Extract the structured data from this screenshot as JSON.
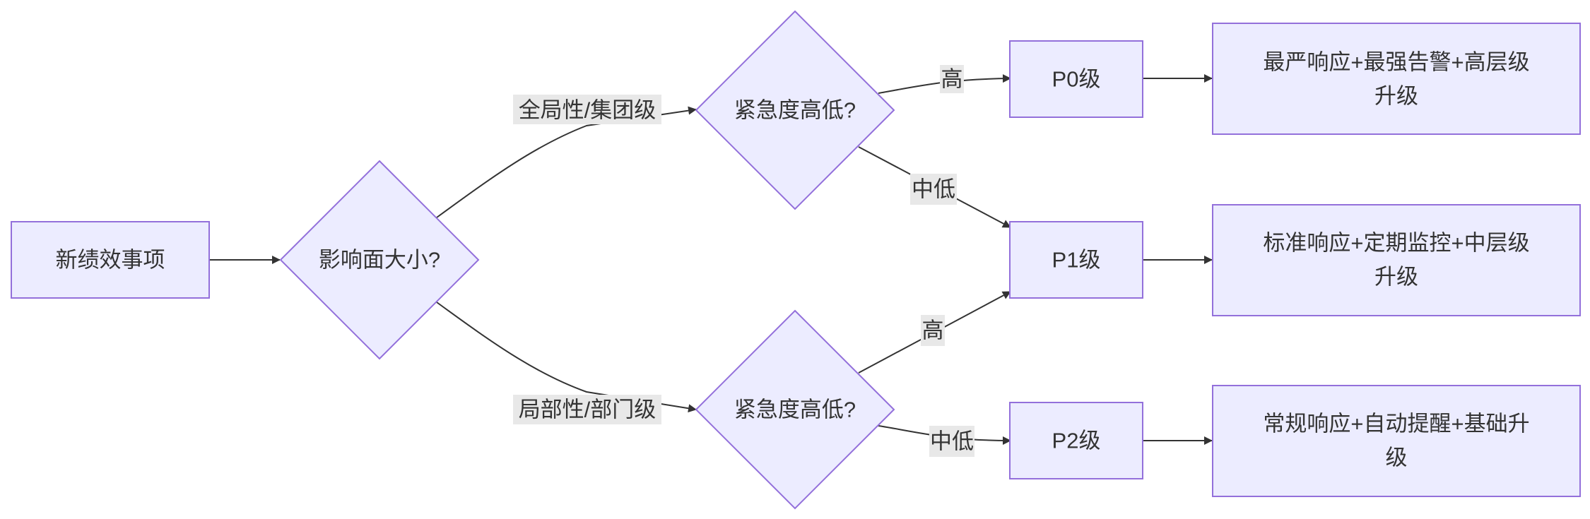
{
  "diagram": {
    "nodes": {
      "start": {
        "label": "新绩效事项"
      },
      "impact": {
        "label": "影响面大小?"
      },
      "urgency_global": {
        "label": "紧急度高低?"
      },
      "urgency_local": {
        "label": "紧急度高低?"
      },
      "p0": {
        "label": "P0级"
      },
      "p1": {
        "label": "P1级"
      },
      "p2": {
        "label": "P2级"
      },
      "action_p0": {
        "line1": "最严响应+最强告警+高层级",
        "line2": "升级"
      },
      "action_p1": {
        "line1": "标准响应+定期监控+中层级",
        "line2": "升级"
      },
      "action_p2": {
        "line1": "常规响应+自动提醒+基础升",
        "line2": "级"
      }
    },
    "edges": {
      "impact_to_global": "全局性/集团级",
      "impact_to_local": "局部性/部门级",
      "global_to_p0": "高",
      "global_to_p1": "中低",
      "local_to_p1": "高",
      "local_to_p2": "中低"
    },
    "colors": {
      "node_fill": "#ECECFF",
      "node_stroke": "#9370DB",
      "edge": "#333333",
      "label_bg": "#E8E8E8"
    }
  }
}
